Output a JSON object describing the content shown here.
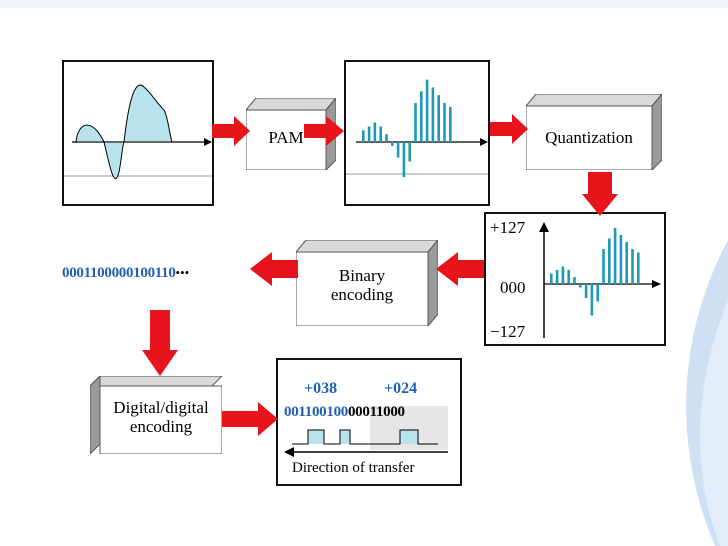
{
  "labels": {
    "pam": "PAM",
    "quantization": "Quantization",
    "binary_line1": "Binary",
    "binary_line2": "encoding",
    "digital_line1": "Digital/digital",
    "digital_line2": "encoding",
    "axis_top": "+127",
    "axis_mid": "000",
    "axis_bottom": "−127",
    "bitstream": "0001100000100110",
    "ellipsis": "•••",
    "sample_a_value": "+038",
    "sample_b_value": "+024",
    "sample_a_bits": "00110010",
    "sample_b_bits": "0",
    "sample_b_bits_dark": "00011000",
    "direction": "Direction of transfer"
  },
  "pam_samples": [
    3,
    4,
    5,
    4,
    2,
    -1,
    -4,
    -9,
    -5,
    10,
    13,
    16,
    14,
    12,
    10,
    9
  ],
  "colors": {
    "arrow": "#e8141c",
    "sample": "#1e9ab5",
    "blue_text": "#1f5fb5",
    "wave_fill": "#b9e3ec",
    "slide_accent": "#cfe0f5"
  }
}
